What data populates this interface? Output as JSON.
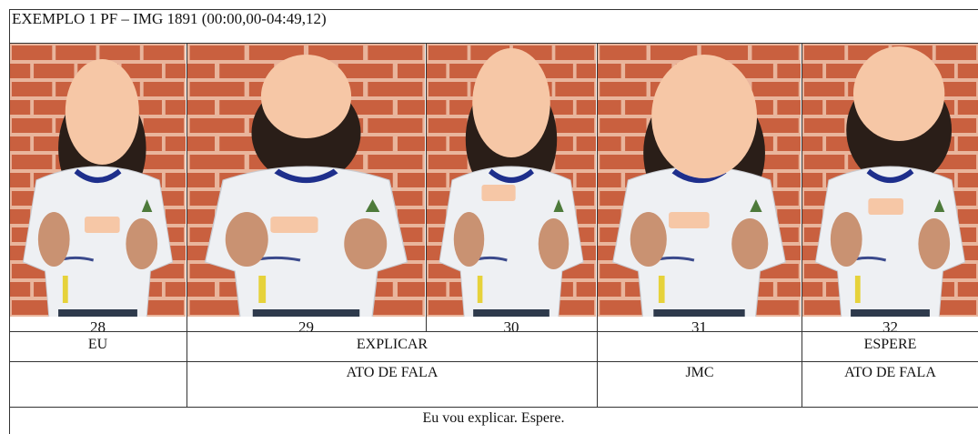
{
  "title": "EXEMPLO 1 PF – IMG 1891  (00:00,00-04:49,12)",
  "frames": [
    {
      "number": "28"
    },
    {
      "number": "29"
    },
    {
      "number": "30"
    },
    {
      "number": "31"
    },
    {
      "number": "32"
    }
  ],
  "glosses": {
    "eu": "EU",
    "explicar": "EXPLICAR",
    "espere": "ESPERE"
  },
  "tier2": {
    "ato_de_fala_1": "ATO DE FALA",
    "jmc": "JMC",
    "ato_de_fala_2": "ATO DE FALA"
  },
  "translation": "Eu vou  explicar. Espere.",
  "colors": {
    "brick": "#c9603f",
    "mortar": "#e9b59c",
    "shirt": "#eef0f3",
    "collar": "#1e2f8c",
    "face_blur": "#f6c7a6",
    "border": "#333333"
  }
}
